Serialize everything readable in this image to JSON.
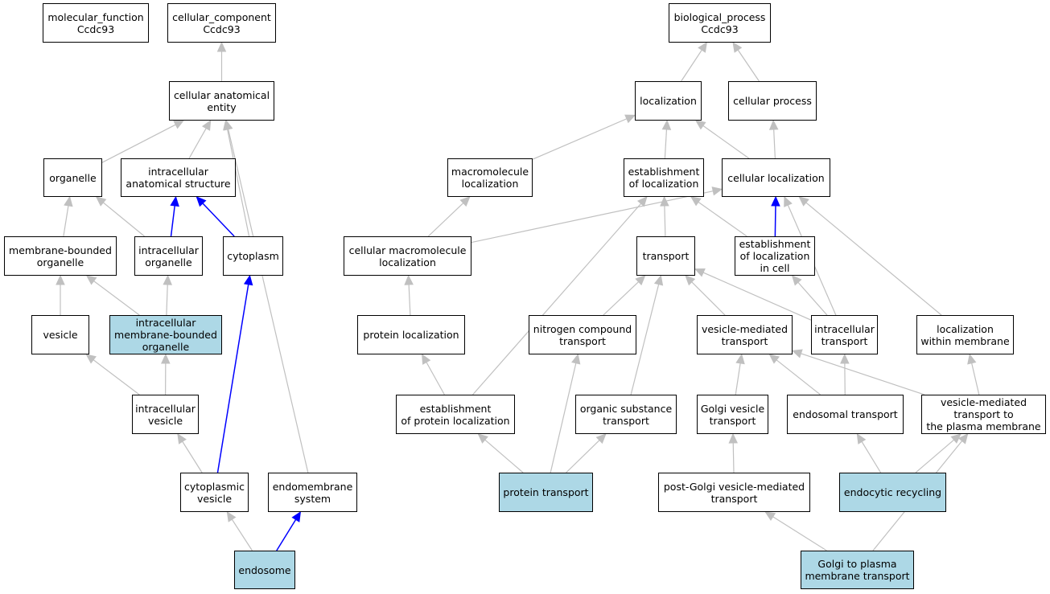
{
  "highlight_color": "#add8e6",
  "edge_colors": {
    "default": "#c0c0c0",
    "part_of": "#0000ff"
  },
  "nodes": [
    {
      "id": "mf",
      "label": "molecular_function\nCcdc93",
      "highlighted": false
    },
    {
      "id": "cc",
      "label": "cellular_component\nCcdc93",
      "highlighted": false
    },
    {
      "id": "bp",
      "label": "biological_process\nCcdc93",
      "highlighted": false
    },
    {
      "id": "cae",
      "label": "cellular anatomical\nentity",
      "highlighted": false
    },
    {
      "id": "organelle",
      "label": "organelle",
      "highlighted": false
    },
    {
      "id": "ias",
      "label": "intracellular\nanatomical structure",
      "highlighted": false
    },
    {
      "id": "mbo",
      "label": "membrane-bounded\norganelle",
      "highlighted": false
    },
    {
      "id": "io",
      "label": "intracellular\norganelle",
      "highlighted": false
    },
    {
      "id": "cytoplasm",
      "label": "cytoplasm",
      "highlighted": false
    },
    {
      "id": "vesicle",
      "label": "vesicle",
      "highlighted": false
    },
    {
      "id": "imbo",
      "label": "intracellular\nmembrane-bounded\norganelle",
      "highlighted": true
    },
    {
      "id": "iv",
      "label": "intracellular\nvesicle",
      "highlighted": false
    },
    {
      "id": "cv",
      "label": "cytoplasmic\nvesicle",
      "highlighted": false
    },
    {
      "id": "ems",
      "label": "endomembrane\nsystem",
      "highlighted": false
    },
    {
      "id": "endosome",
      "label": "endosome",
      "highlighted": true
    },
    {
      "id": "loc",
      "label": "localization",
      "highlighted": false
    },
    {
      "id": "cp",
      "label": "cellular process",
      "highlighted": false
    },
    {
      "id": "mml",
      "label": "macromolecule\nlocalization",
      "highlighted": false
    },
    {
      "id": "eol",
      "label": "establishment\nof localization",
      "highlighted": false
    },
    {
      "id": "cl",
      "label": "cellular localization",
      "highlighted": false
    },
    {
      "id": "cml",
      "label": "cellular macromolecule\nlocalization",
      "highlighted": false
    },
    {
      "id": "transport",
      "label": "transport",
      "highlighted": false
    },
    {
      "id": "eolc",
      "label": "establishment\nof localization\nin cell",
      "highlighted": false
    },
    {
      "id": "pl",
      "label": "protein localization",
      "highlighted": false
    },
    {
      "id": "nct",
      "label": "nitrogen compound\ntransport",
      "highlighted": false
    },
    {
      "id": "vmt",
      "label": "vesicle-mediated\ntransport",
      "highlighted": false
    },
    {
      "id": "it",
      "label": "intracellular\ntransport",
      "highlighted": false
    },
    {
      "id": "lwm",
      "label": "localization\nwithin membrane",
      "highlighted": false
    },
    {
      "id": "epl",
      "label": "establishment\nof protein localization",
      "highlighted": false
    },
    {
      "id": "ost",
      "label": "organic substance\ntransport",
      "highlighted": false
    },
    {
      "id": "gvt",
      "label": "Golgi vesicle\ntransport",
      "highlighted": false
    },
    {
      "id": "et",
      "label": "endosomal transport",
      "highlighted": false
    },
    {
      "id": "vmtpm",
      "label": "vesicle-mediated\ntransport to\nthe plasma membrane",
      "highlighted": false
    },
    {
      "id": "pt",
      "label": "protein transport",
      "highlighted": true
    },
    {
      "id": "pgvmt",
      "label": "post-Golgi vesicle-mediated\ntransport",
      "highlighted": false
    },
    {
      "id": "er",
      "label": "endocytic recycling",
      "highlighted": true
    },
    {
      "id": "gtpmt",
      "label": "Golgi to plasma\nmembrane transport",
      "highlighted": true
    }
  ],
  "edges": [
    {
      "from": "cae",
      "to": "cc",
      "type": "is_a"
    },
    {
      "from": "organelle",
      "to": "cae",
      "type": "is_a"
    },
    {
      "from": "ias",
      "to": "cae",
      "type": "is_a"
    },
    {
      "from": "cytoplasm",
      "to": "cae",
      "type": "is_a"
    },
    {
      "from": "ems",
      "to": "cae",
      "type": "is_a"
    },
    {
      "from": "mbo",
      "to": "organelle",
      "type": "is_a"
    },
    {
      "from": "io",
      "to": "organelle",
      "type": "is_a"
    },
    {
      "from": "io",
      "to": "ias",
      "type": "part_of"
    },
    {
      "from": "cytoplasm",
      "to": "ias",
      "type": "part_of"
    },
    {
      "from": "vesicle",
      "to": "mbo",
      "type": "is_a"
    },
    {
      "from": "imbo",
      "to": "mbo",
      "type": "is_a"
    },
    {
      "from": "imbo",
      "to": "io",
      "type": "is_a"
    },
    {
      "from": "iv",
      "to": "vesicle",
      "type": "is_a"
    },
    {
      "from": "iv",
      "to": "imbo",
      "type": "is_a"
    },
    {
      "from": "cv",
      "to": "iv",
      "type": "is_a"
    },
    {
      "from": "cv",
      "to": "cytoplasm",
      "type": "part_of"
    },
    {
      "from": "endosome",
      "to": "cv",
      "type": "is_a"
    },
    {
      "from": "endosome",
      "to": "ems",
      "type": "part_of"
    },
    {
      "from": "loc",
      "to": "bp",
      "type": "is_a"
    },
    {
      "from": "cp",
      "to": "bp",
      "type": "is_a"
    },
    {
      "from": "mml",
      "to": "loc",
      "type": "is_a"
    },
    {
      "from": "eol",
      "to": "loc",
      "type": "is_a"
    },
    {
      "from": "cl",
      "to": "loc",
      "type": "is_a"
    },
    {
      "from": "cl",
      "to": "cp",
      "type": "is_a"
    },
    {
      "from": "cml",
      "to": "mml",
      "type": "is_a"
    },
    {
      "from": "cml",
      "to": "cl",
      "type": "is_a"
    },
    {
      "from": "transport",
      "to": "eol",
      "type": "is_a"
    },
    {
      "from": "eolc",
      "to": "eol",
      "type": "is_a"
    },
    {
      "from": "eolc",
      "to": "cl",
      "type": "part_of"
    },
    {
      "from": "pl",
      "to": "cml",
      "type": "is_a"
    },
    {
      "from": "nct",
      "to": "transport",
      "type": "is_a"
    },
    {
      "from": "vmt",
      "to": "transport",
      "type": "is_a"
    },
    {
      "from": "it",
      "to": "transport",
      "type": "is_a"
    },
    {
      "from": "it",
      "to": "eolc",
      "type": "is_a"
    },
    {
      "from": "it",
      "to": "cl",
      "type": "is_a"
    },
    {
      "from": "lwm",
      "to": "cl",
      "type": "is_a"
    },
    {
      "from": "epl",
      "to": "pl",
      "type": "is_a"
    },
    {
      "from": "epl",
      "to": "eol",
      "type": "is_a"
    },
    {
      "from": "ost",
      "to": "transport",
      "type": "is_a"
    },
    {
      "from": "gvt",
      "to": "vmt",
      "type": "is_a"
    },
    {
      "from": "et",
      "to": "vmt",
      "type": "is_a"
    },
    {
      "from": "et",
      "to": "it",
      "type": "is_a"
    },
    {
      "from": "vmtpm",
      "to": "vmt",
      "type": "is_a"
    },
    {
      "from": "vmtpm",
      "to": "lwm",
      "type": "is_a"
    },
    {
      "from": "pt",
      "to": "epl",
      "type": "is_a"
    },
    {
      "from": "pt",
      "to": "nct",
      "type": "is_a"
    },
    {
      "from": "pt",
      "to": "ost",
      "type": "is_a"
    },
    {
      "from": "pgvmt",
      "to": "gvt",
      "type": "is_a"
    },
    {
      "from": "er",
      "to": "et",
      "type": "is_a"
    },
    {
      "from": "er",
      "to": "vmtpm",
      "type": "is_a"
    },
    {
      "from": "gtpmt",
      "to": "pgvmt",
      "type": "is_a"
    },
    {
      "from": "gtpmt",
      "to": "vmtpm",
      "type": "is_a"
    }
  ]
}
